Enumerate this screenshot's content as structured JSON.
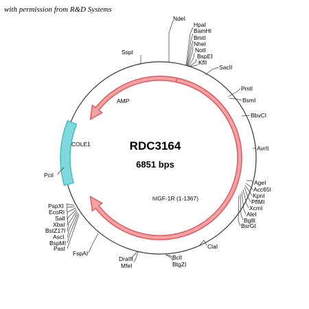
{
  "permission_note": "with permission from R&D Systems",
  "plasmid": {
    "name": "RDC3164",
    "size": "6851 bps"
  },
  "features": [
    {
      "id": "amp",
      "label": "AMP",
      "color": "#e8555a",
      "fill": "#f1a2a4"
    },
    {
      "id": "cole1",
      "label": "COLE1",
      "color": "#3fbfc4",
      "fill": "#7fd8db"
    },
    {
      "id": "higf1r",
      "label": "hIGF-1R (1-1367)",
      "color": "#e8555a",
      "fill": "#f1a2a4"
    }
  ],
  "restriction_sites": [
    "NdeI",
    "HpaI",
    "BamHI",
    "BmtI",
    "NheI",
    "NotI",
    "BspEI",
    "KflI",
    "SacII",
    "PmlI",
    "BsmI",
    "BbvCI",
    "AvrII",
    "AgeI",
    "Acc65I",
    "KpnI",
    "PflMI",
    "XcmI",
    "AleI",
    "BglII",
    "BsrGI",
    "ClaI",
    "BclI",
    "BtgZI",
    "DraIII",
    "MfeI",
    "FspAI",
    "PasI",
    "BspMI",
    "AscI",
    "BstZ17I",
    "XbaI",
    "SalI",
    "EcoRI",
    "PspXI",
    "PciI",
    "SspI"
  ]
}
